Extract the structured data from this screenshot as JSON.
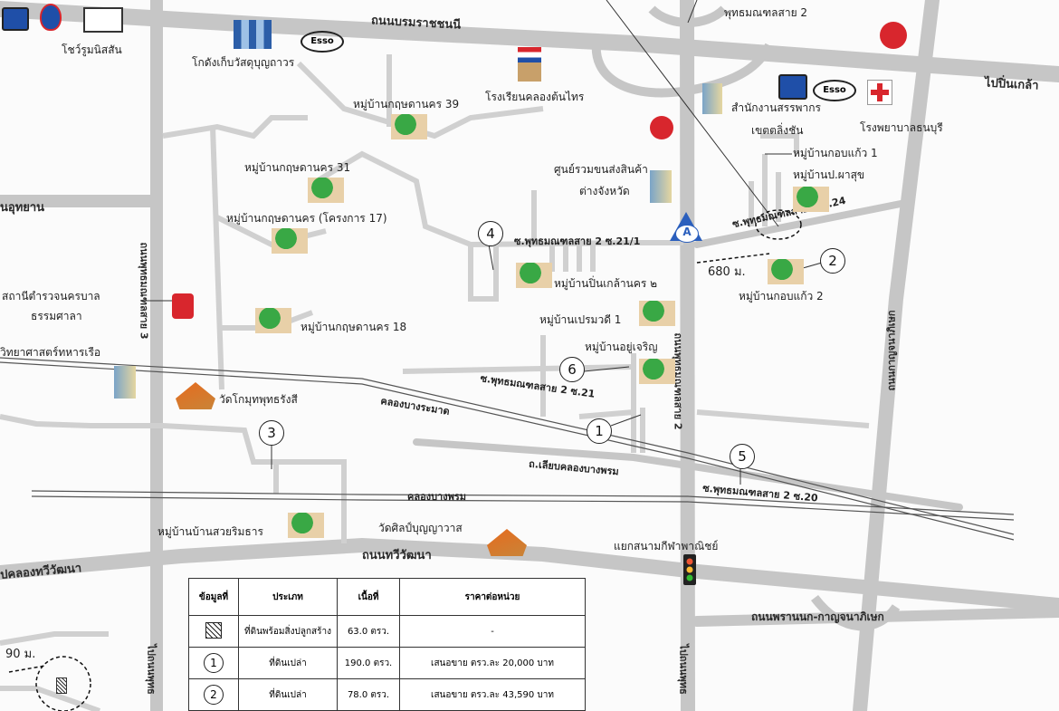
{
  "roads": {
    "borommaratchachonnani": "ถนนบรมราชชนนี",
    "to_pinklao": "ไปปิ่นเกล้า",
    "uthayan": "นอุทยาน",
    "phutthamonthon_sai3": "ถนนพุทธมณฑลสาย 3",
    "phutthamonthon_sai2": "ถนนพุทธมณฑลสาย 2",
    "phutthamonthon_sai2_top": "พุทธมณฑลสาย 2",
    "kanchanaphisek": "ถนนกาญจนาภิเษก",
    "phutthamonthon_sai2_soi24": "ซ.พุทธมณฑลสาย 2 ซ.24",
    "phutthamonthon_sai2_soi21a": "ซ.พุทธมณฑลสาย 2 ซ.21/1",
    "phutthamonthon_sai2_soi21": "ซ.พุทธมณฑลสาย 2 ซ.21",
    "phutthamonthon_sai2_soi20": "ซ.พุทธมณฑลสาย 2 ซ.20",
    "khlong_bang_ramat": "คลองบางระมาด",
    "khlong_bang_phrom": "คลองบางพรม",
    "liap_khlong_bang_phrom": "ถ.เลียบคลองบางพรม",
    "thawi_watthana": "ถนนทวีวัฒนา",
    "khlong_thawi_watthana": "ปคลองทวีวัฒนา",
    "phran_nok_kanchana": "ถนนพรานนก-กาญจนาภิเษก",
    "to_left_bottom": "ไปถนนพุทธ",
    "to_right_bottom": "ไปถนนพุทธ"
  },
  "places": {
    "showroom": "โชว์รูมนิสสัน",
    "warehouse": "โกดังเก็บวัสดุบุญถาวร",
    "school": "โรงเรียนคลองต้นไทร",
    "village_39": "หมู่บ้านกฤษดานคร 39",
    "village_31": "หมู่บ้านกฤษดานคร 31",
    "village_17": "หมู่บ้านกฤษดานคร (โครงการ 17)",
    "village_18": "หมู่บ้านกฤษดานคร 18",
    "police": "สถานีตำรวจนครบาล",
    "police2": "ธรรมศาลา",
    "navy_college": "วิทยาศาสตร์ทหารเรือ",
    "wat_kok": "วัดโกมุทพุทธรังสี",
    "village_suan": "หมู่บ้านบ้านสวยริมธาร",
    "wat_sin": "วัดศิลป์บุญญาวาส",
    "tax_office": "สำนักงานสรรพากร",
    "tax_office2": "เขตตลิ่งชัน",
    "hospital": "โรงพยาบาลธนบุรี",
    "village_kobkaew1": "หมู่บ้านกอบแก้ว 1",
    "village_pasuk": "หมู่บ้านป.ผาสุข",
    "village_kobkaew2": "หมู่บ้านกอบแก้ว 2",
    "transport_center": "ศูนย์รวมขนส่งสินค้า",
    "transport_center2": "ต่างจังหวัด",
    "village_pinklao": "หมู่บ้านปิ่นเกล้านคร ๒",
    "village_prem": "หมู่บ้านเปรมวดี 1",
    "village_yuchern": "หมู่บ้านอยู่เจริญ",
    "intersection": "แยกสนามกีฬาพาณิชย์"
  },
  "markers": {
    "m1": "1",
    "m2": "2",
    "m3": "3",
    "m4": "4",
    "m5": "5",
    "m6": "6",
    "ma": "A"
  },
  "distances": {
    "d680": "680 ม.",
    "d90": "90 ม."
  },
  "table": {
    "headers": [
      "ข้อมูลที่",
      "ประเภท",
      "เนื้อที่",
      "ราคาต่อหน่วย"
    ],
    "rows": [
      {
        "no": "",
        "type": "ที่ดินพร้อมสิ่งปลูกสร้าง",
        "area": "63.0 ตรว.",
        "price": "-"
      },
      {
        "no": "1",
        "type": "ที่ดินเปล่า",
        "area": "190.0 ตรว.",
        "price": "เสนอขาย ตรว.ละ 20,000 บาท"
      },
      {
        "no": "2",
        "type": "ที่ดินเปล่า",
        "area": "78.0 ตรว.",
        "price": "เสนอขาย ตรว.ละ 43,590 บาท"
      }
    ]
  },
  "brands": {
    "esso": "Esso"
  },
  "colors": {
    "road": "#c6c6c6",
    "thin_road": "#cfcfcf",
    "canal": "#555555",
    "shell_blue": "#1f4fa8",
    "red": "#d8262d"
  }
}
